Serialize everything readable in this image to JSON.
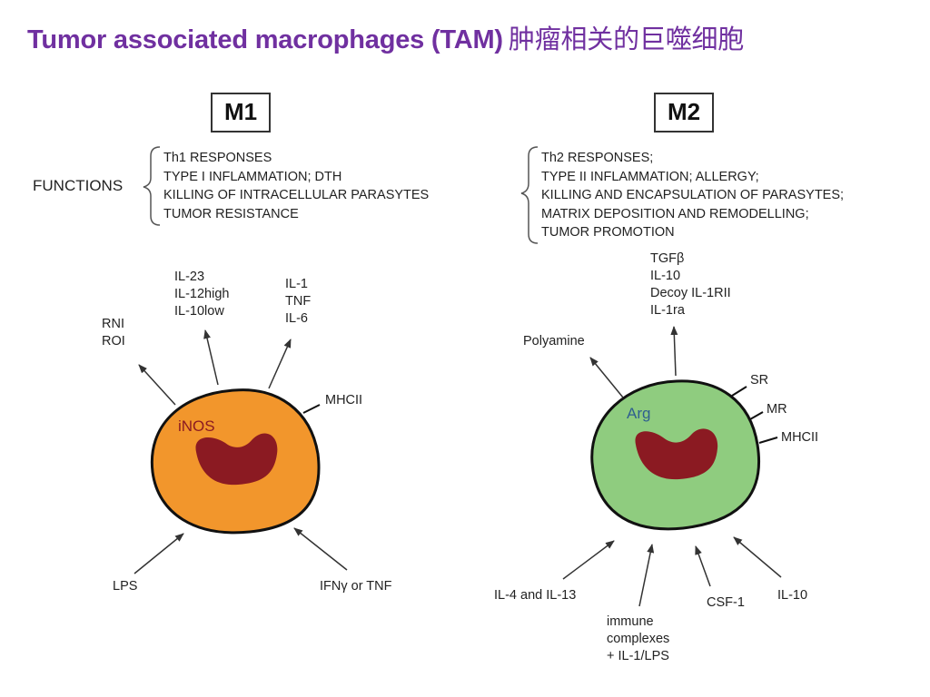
{
  "title": {
    "english": "Tumor associated macrophages (TAM)",
    "chinese": "肿瘤相关的巨噬细胞"
  },
  "functions_label": "FUNCTIONS",
  "m1": {
    "label": "M1",
    "functions": [
      "Th1 RESPONSES",
      "TYPE I INFLAMMATION; DTH",
      "KILLING OF INTRACELLULAR PARASYTES",
      "TUMOR RESISTANCE"
    ],
    "cell_marker": "iNOS",
    "outputs": {
      "rni_roi": [
        "RNI",
        "ROI"
      ],
      "il23": [
        "IL-23",
        "IL-12high",
        "IL-10low"
      ],
      "il1": [
        "IL-1",
        "TNF",
        "IL-6"
      ]
    },
    "surface": "MHCII",
    "inputs": {
      "lps": "LPS",
      "ifn": "IFNγ  or TNF"
    },
    "colors": {
      "cell": "#f2962c",
      "nucleus": "#8b1a22"
    }
  },
  "m2": {
    "label": "M2",
    "functions": [
      "Th2 RESPONSES;",
      "TYPE II INFLAMMATION; ALLERGY;",
      "KILLING AND ENCAPSULATION OF PARASYTES;",
      "MATRIX DEPOSITION AND REMODELLING;",
      "TUMOR PROMOTION"
    ],
    "cell_marker": "Arg",
    "outputs": {
      "polyamine": "Polyamine",
      "tgf": [
        "TGFβ",
        "IL-10",
        "Decoy IL-1RII",
        "IL-1ra"
      ]
    },
    "surface": [
      "SR",
      "MR",
      "MHCII"
    ],
    "inputs": {
      "il4": "IL-4 and IL-13",
      "immune": [
        "immune",
        "complexes",
        "+ IL-1/LPS"
      ],
      "csf": "CSF-1",
      "il10": "IL-10"
    },
    "colors": {
      "cell": "#8fcc7f",
      "nucleus": "#8b1a22"
    }
  }
}
